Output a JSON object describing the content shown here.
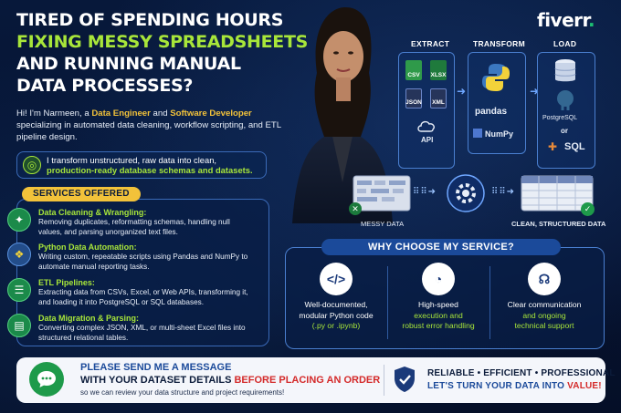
{
  "headline": {
    "line1": "TIRED OF SPENDING HOURS",
    "line2": "FIXING MESSY SPREADSHEETS",
    "line3": "AND RUNNING MANUAL",
    "line4": "DATA PROCESSES?"
  },
  "intro": {
    "part1": "Hi! I'm Narmeen, a ",
    "role1": "Data Engineer",
    "part2": " and ",
    "role2": "Software Developer",
    "part3": " specializing in automated data cleaning, workflow scripting, and ETL pipeline design."
  },
  "transform": {
    "line1": "I transform unstructured, raw data into clean,",
    "line2": "production-ready database schemas and datasets."
  },
  "services": {
    "badge": "SERVICES OFFERED",
    "items": [
      {
        "title": "Data Cleaning & Wrangling:",
        "desc": "Removing duplicates, reformatting schemas, handling null values, and parsing unorganized text files."
      },
      {
        "title": "Python Data Automation:",
        "desc": "Writing custom, repeatable scripts using Pandas and NumPy to automate manual reporting tasks."
      },
      {
        "title": "ETL Pipelines:",
        "desc": "Extracting data from CSVs, Excel, or Web APIs, transforming it, and loading it into PostgreSQL or SQL databases."
      },
      {
        "title": "Data Migration & Parsing:",
        "desc": "Converting complex JSON, XML, or multi-sheet Excel files into structured relational tables."
      }
    ]
  },
  "brand": {
    "name": "fiverr",
    "dot": "."
  },
  "etl": {
    "extract": "EXTRACT",
    "transform": "TRANSFORM",
    "load": "LOAD",
    "files": [
      "CSV",
      "XLSX",
      "JSON",
      "XML"
    ],
    "api": "API",
    "pandas": "pandas",
    "numpy": "NumPy",
    "postgres": "PostgreSQL",
    "or": "or",
    "sql": "SQL",
    "messy": "MESSY DATA",
    "clean": "CLEAN, STRUCTURED DATA"
  },
  "why": {
    "badge": "WHY CHOOSE MY SERVICE?",
    "cols": [
      {
        "a": "Well-documented,",
        "b": "modular Python code",
        "c": "(.py or .ipynb)"
      },
      {
        "a": "High-speed",
        "b": "execution and",
        "c": "robust error handling"
      },
      {
        "a": "Clear communication",
        "b": "and ongoing",
        "c": "technical support"
      }
    ]
  },
  "footer": {
    "line1": "PLEASE SEND ME A MESSAGE",
    "line2a": "WITH YOUR DATASET DETAILS ",
    "line2b": "BEFORE PLACING AN ORDER",
    "line3": "so we can review your data structure and project requirements!",
    "right1": "RELIABLE  •  EFFICIENT  •  PROFESSIONAL",
    "right2a": "LET'S TURN YOUR DATA INTO ",
    "right2b": "VALUE!"
  },
  "colors": {
    "accent_green": "#a8e63a",
    "accent_yellow": "#f2c23a",
    "brand_green": "#1dbf73",
    "navy": "#06152e"
  }
}
